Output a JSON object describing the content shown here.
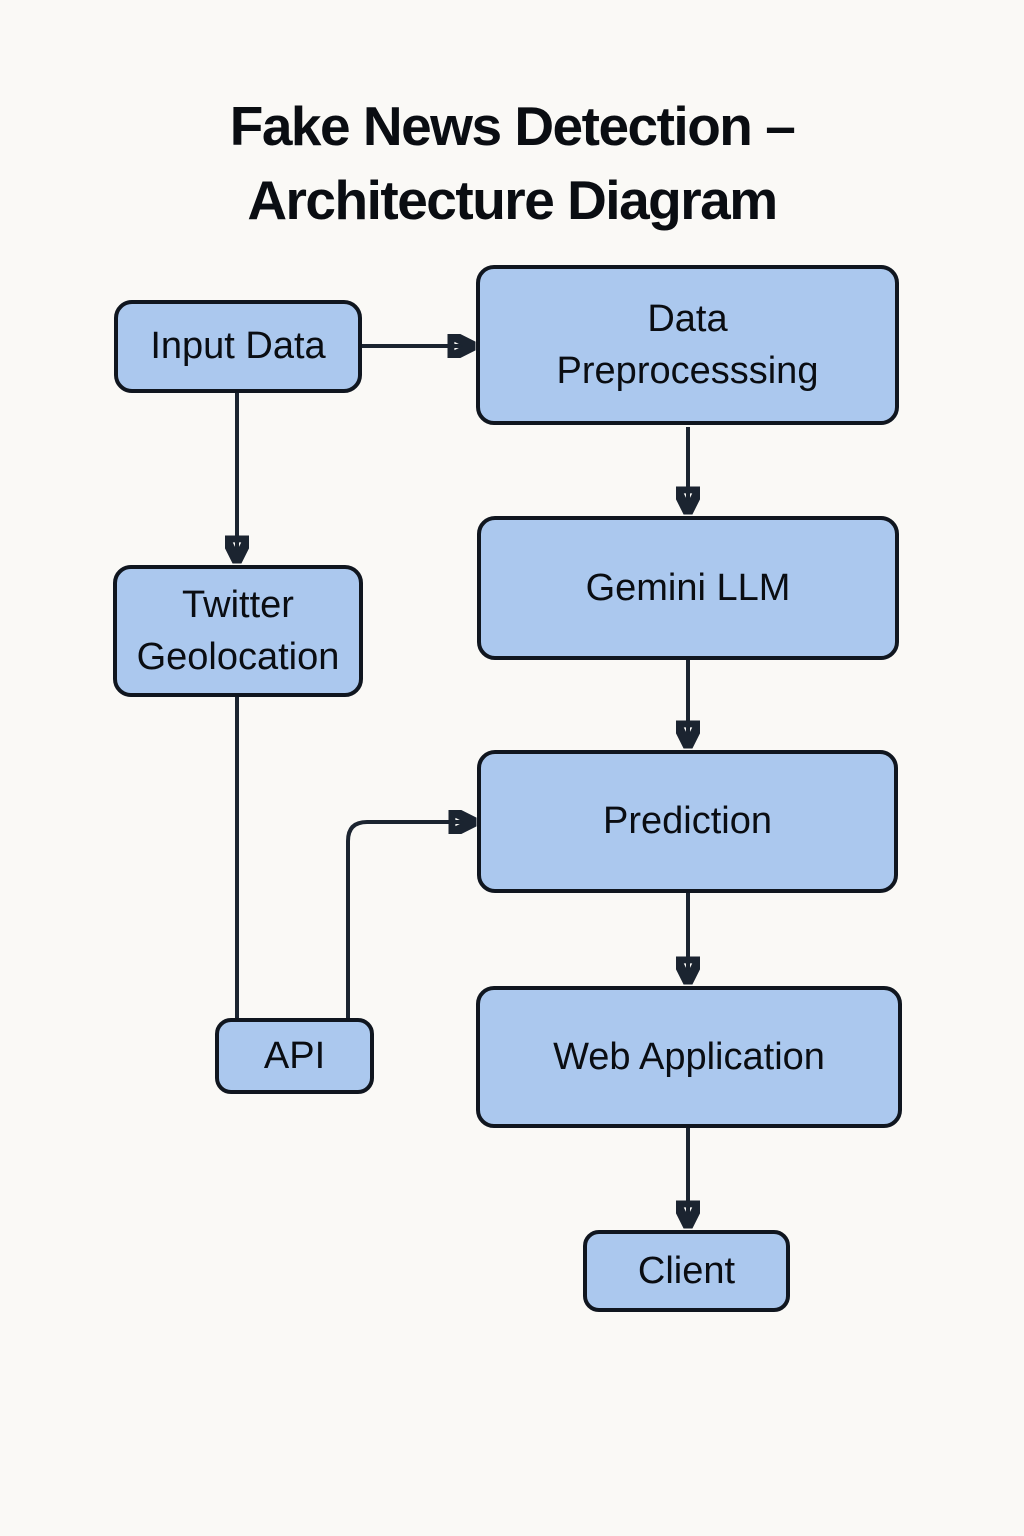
{
  "title": {
    "line1": "Fake News Detection –",
    "line2": "Architecture Diagram"
  },
  "nodes": {
    "input_data": {
      "label": "Input Data"
    },
    "data_preprocessing": {
      "line1": "Data",
      "line2": "Preprocesssing"
    },
    "gemini_llm": {
      "label": "Gemini LLM"
    },
    "twitter_geolocation": {
      "line1": "Twitter",
      "line2": "Geolocation"
    },
    "prediction": {
      "label": "Prediction"
    },
    "api": {
      "label": "API"
    },
    "web_application": {
      "label": "Web Application"
    },
    "client": {
      "label": "Client"
    }
  },
  "edges": [
    {
      "from": "Input Data",
      "to": "Data Preprocesssing",
      "arrow": true
    },
    {
      "from": "Input Data",
      "to": "Twitter Geolocation",
      "arrow": true
    },
    {
      "from": "Data Preprocesssing",
      "to": "Gemini LLM",
      "arrow": true
    },
    {
      "from": "Gemini LLM",
      "to": "Prediction",
      "arrow": true
    },
    {
      "from": "Twitter Geolocation",
      "to": "API",
      "arrow": false
    },
    {
      "from": "API",
      "to": "Prediction",
      "arrow": true
    },
    {
      "from": "Prediction",
      "to": "Web Application",
      "arrow": true
    },
    {
      "from": "Web Application",
      "to": "Client",
      "arrow": true
    }
  ],
  "colors": {
    "background": "#faf9f6",
    "node_fill": "#abc8ee",
    "node_border": "#10161f",
    "line": "#1b2430",
    "text": "#0a0d12"
  }
}
